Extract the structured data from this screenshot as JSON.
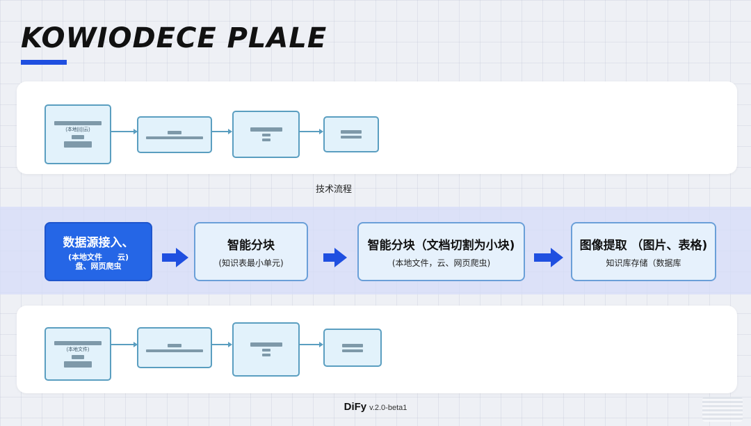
{
  "page": {
    "title": "KOWIODECE PLALE",
    "accent_color": "#1f4fe0",
    "caption_top": "技术流程",
    "footer_brand": "DiFy",
    "footer_version": "v.2.0-beta1"
  },
  "top_flow": {
    "box1_line": "(本地||(||云)"
  },
  "bottom_flow": {
    "box1_line": "(本地文件)"
  },
  "main_flow": {
    "steps": [
      {
        "heading": "数据源接入、",
        "sub": "(本地文件　　云)\n盘、网页爬虫",
        "color": "#2566e6"
      },
      {
        "heading": "智能分块",
        "sub": "(知识表最小单元)"
      },
      {
        "heading": "智能分块（文档切割为小块)",
        "sub": "(本地文件，云、网页爬虫)"
      },
      {
        "heading": "图像提取 （图片、表格)",
        "sub": "知识库存储（数据库"
      }
    ],
    "arrow_color": "#1f4fe0"
  }
}
